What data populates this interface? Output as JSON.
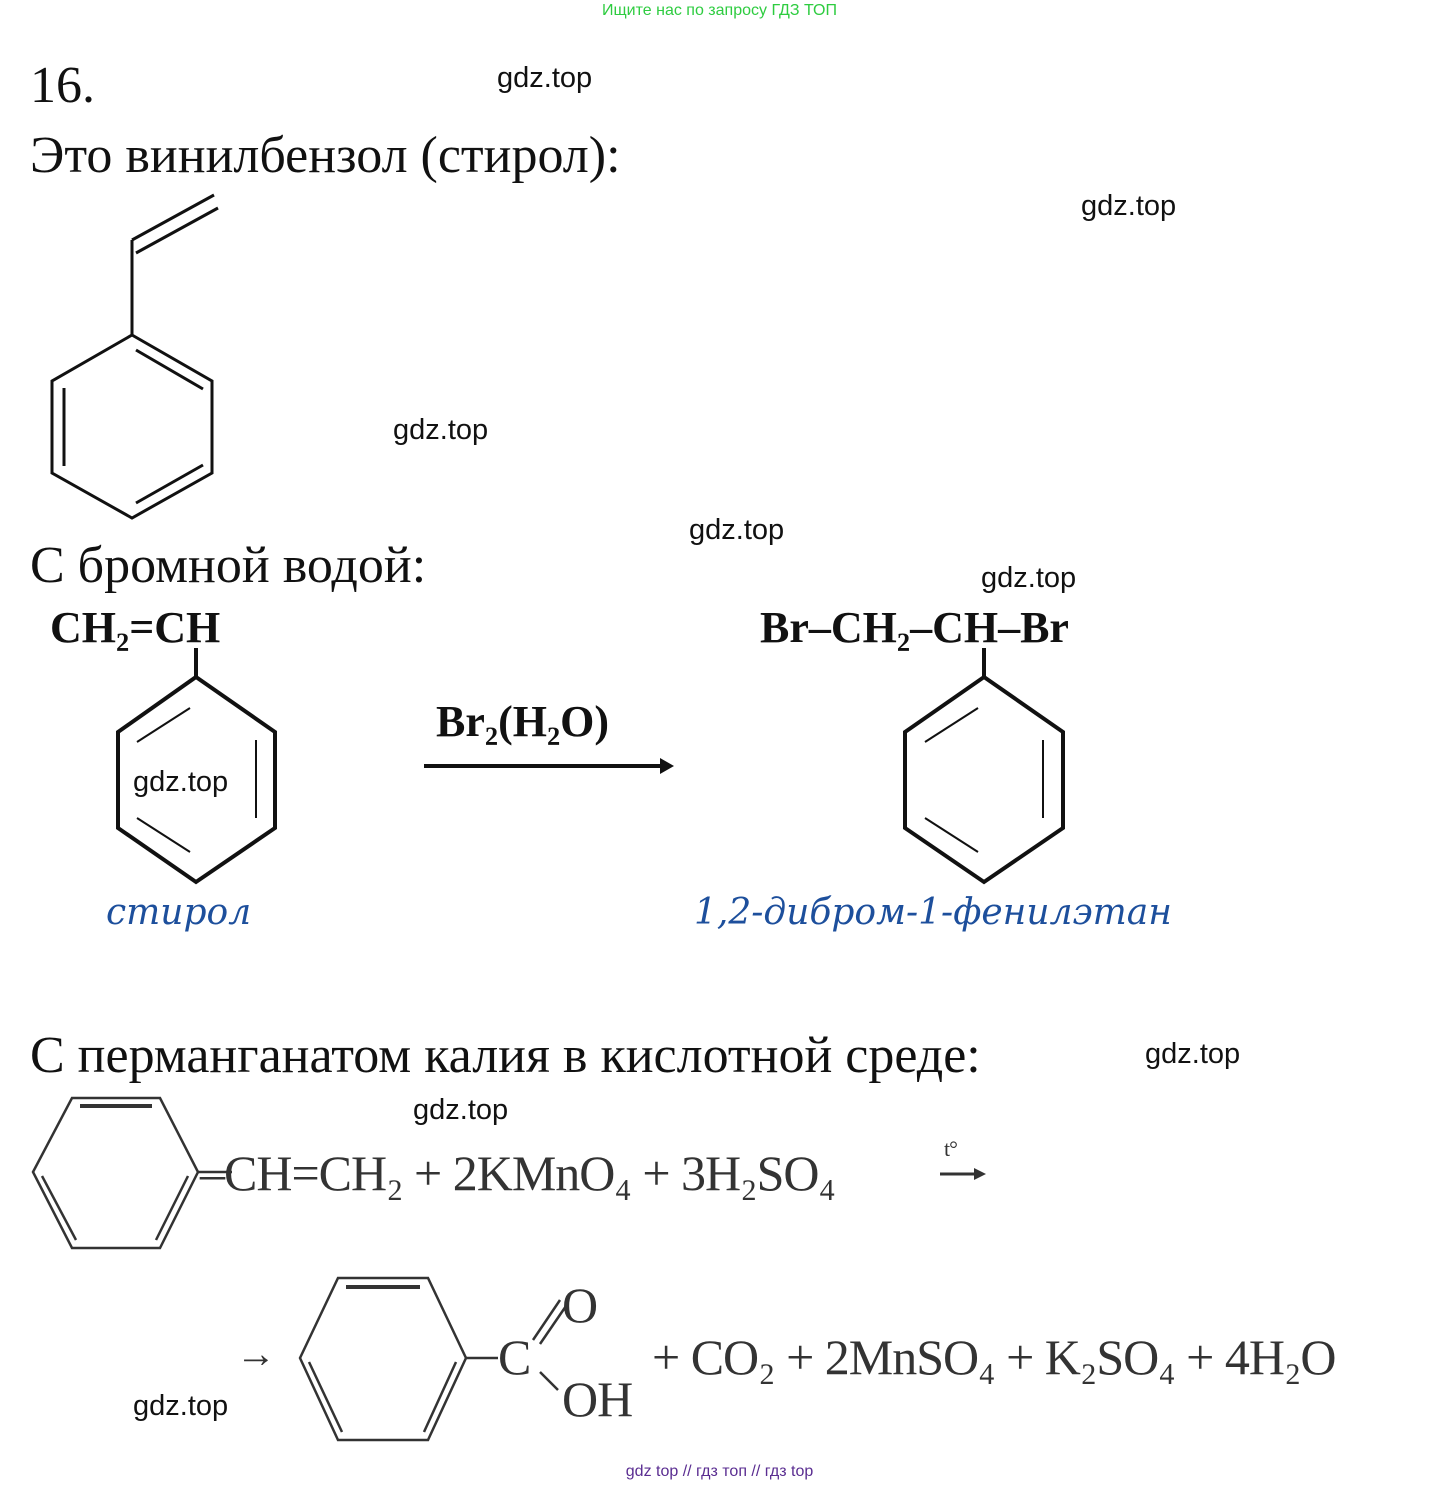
{
  "banner": "Ищите нас по запросу ГДЗ ТОП",
  "problem_number": "16.",
  "heading_1": "Это винилбензол (стирол):",
  "heading_2": "С бромной водой:",
  "heading_3": "С перманганатом калия в кислотной среде:",
  "bromine_reaction": {
    "reactant_formula": "CH₂=CH",
    "reagent": "Br₂(H₂O)",
    "product_formula": "Br–CH₂–CH–Br",
    "reactant_name": "стирол",
    "product_name": "1,2-дибром-1-фенилэтан"
  },
  "permanganate_reaction": {
    "left_side": "–CH=CH₂ + 2KMnO₄ + 3H₂SO₄",
    "condition": "t°",
    "arrow_2": "→",
    "carbon": "C",
    "oxygen": "O",
    "hydroxyl": "OH",
    "right_side": "+ CO₂ + 2MnSO₄ + K₂SO₄ + 4H₂O"
  },
  "watermarks": [
    "gdz.top",
    "gdz.top",
    "gdz.top",
    "gdz.top",
    "gdz.top",
    "gdz.top",
    "gdz.top",
    "gdz.top",
    "gdz.top"
  ],
  "footer": "gdz top  //  гдз топ  //  гдз top"
}
